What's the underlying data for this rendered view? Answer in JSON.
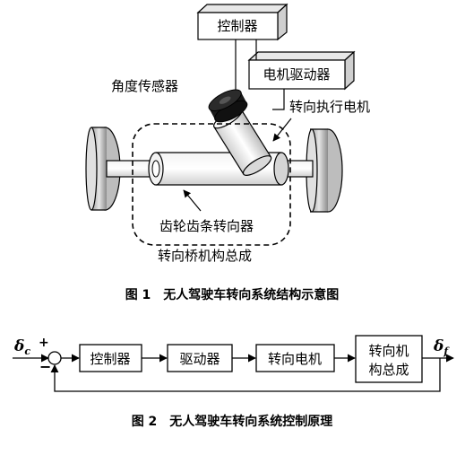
{
  "figure1": {
    "controller": "控制器",
    "motor_driver": "电机驱动器",
    "angle_sensor": "角度传感器",
    "steering_motor": "转向执行电机",
    "rack_pinion": "齿轮齿条转向器",
    "axle_assembly": "转向桥机构总成",
    "caption": "图 1　无人驾驶车转向系统结构示意图"
  },
  "figure2": {
    "input_symbol": "δ",
    "input_sub": "c",
    "plus_sign": "+",
    "minus_sign": "−",
    "blocks": [
      "控制器",
      "驱动器",
      "转向电机"
    ],
    "last_block_line1": "转向机",
    "last_block_line2": "构总成",
    "output_symbol": "δ",
    "output_sub": "f",
    "caption": "图 2　无人驾驶车转向系统控制原理"
  }
}
